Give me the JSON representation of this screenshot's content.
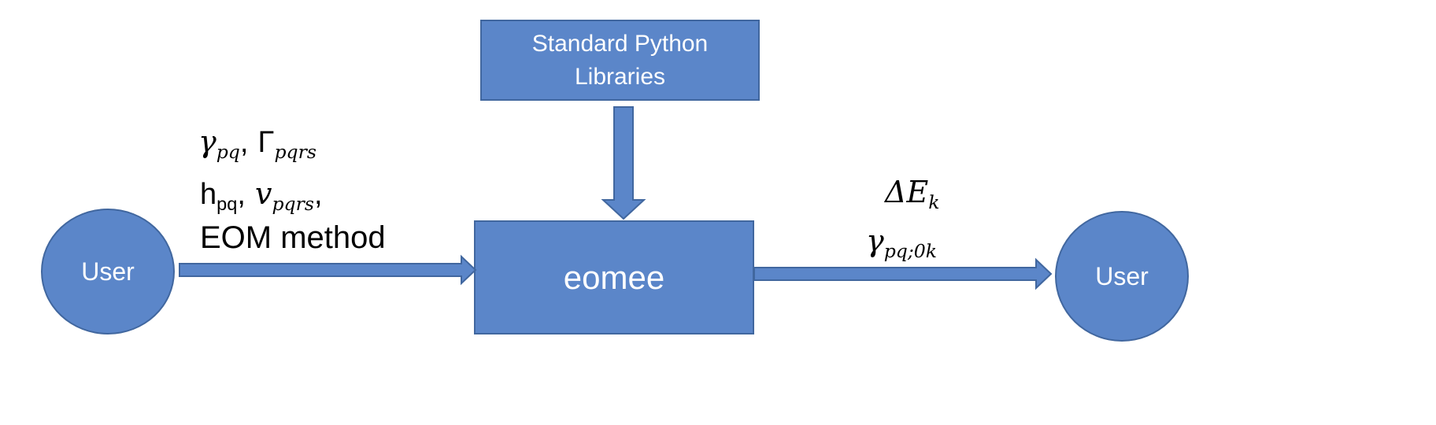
{
  "nodes": {
    "user_left": "User",
    "library_line1": "Standard Python",
    "library_line2": "Libraries",
    "core": "eomee",
    "user_right": "User"
  },
  "inputs": {
    "gamma": "γ",
    "gamma_sub": "pq",
    "comma1": ",",
    "Gamma": "Γ",
    "Gamma_sub": "pqrs",
    "h": "h",
    "h_sub": "pq",
    "comma2": ",",
    "v": "v",
    "v_sub": "pqrs",
    "comma3": ",",
    "method": "EOM method"
  },
  "outputs": {
    "delta_e": "ΔE",
    "delta_e_sub": "k",
    "gamma": "γ",
    "gamma_sub": "pq;0k"
  },
  "colors": {
    "fill": "#5b86c9",
    "stroke": "#41679f"
  }
}
